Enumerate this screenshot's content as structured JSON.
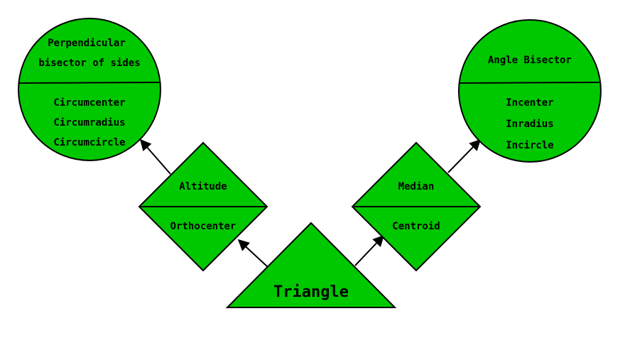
{
  "colors": {
    "node_fill": "#00c800",
    "stroke": "#000000",
    "background": "#ffffff"
  },
  "nodes": {
    "triangle": {
      "label": "Triangle"
    },
    "altitude": {
      "top": "Altitude",
      "bottom": "Orthocenter"
    },
    "median": {
      "top": "Median",
      "bottom": "Centroid"
    },
    "perpendicular_bisector": {
      "top": [
        "Perpendicular",
        "bisector of sides"
      ],
      "bottom": [
        "Circumcenter",
        "Circumradius",
        "Circumcircle"
      ]
    },
    "angle_bisector": {
      "top": [
        "Angle Bisector"
      ],
      "bottom": [
        "Incenter",
        "Inradius",
        "Incircle"
      ]
    }
  }
}
